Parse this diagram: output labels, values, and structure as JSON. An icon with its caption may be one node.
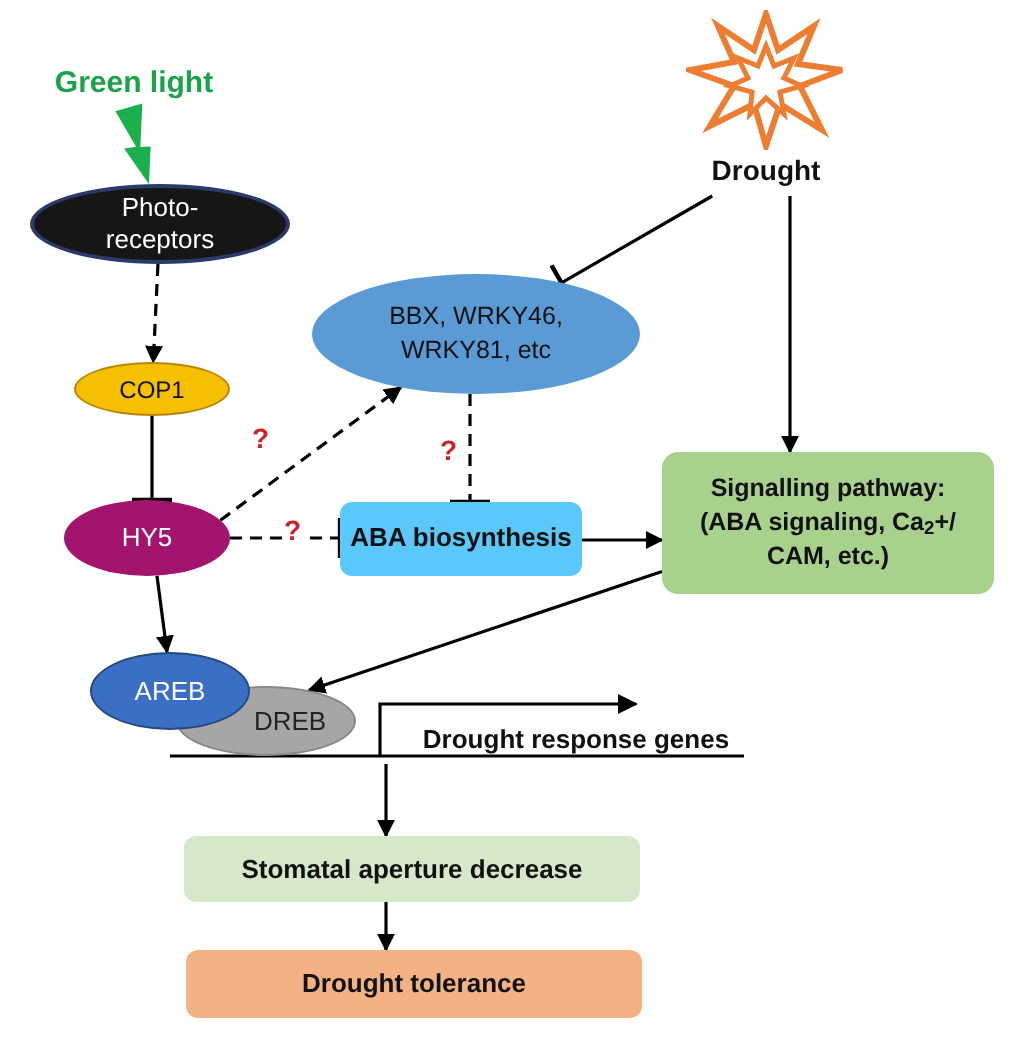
{
  "diagram": {
    "nodes": [
      {
        "text": [
          "Green light"
        ]
      },
      {
        "text": [
          "Photo- receptors"
        ]
      },
      {
        "text": [
          "COP1"
        ]
      },
      {
        "text": [
          "HY5"
        ]
      },
      {
        "text": [
          "BBX, WRKY46, WRKY81, etc"
        ]
      },
      {
        "text": [
          "ABA biosynthesis"
        ]
      },
      {
        "text": [
          "Drought"
        ]
      },
      {
        "text": [
          "Signalling pathway:",
          "(ABA signaling, Ca$_{2}$+/ CAM, etc.)"
        ]
      },
      {
        "text": [
          "AREB"
        ]
      },
      {
        "text": [
          "DREB"
        ]
      },
      {
        "text": [
          "Drought response genes"
        ]
      },
      {
        "text": [
          "Stomatal aperture decrease"
        ]
      },
      {
        "text": [
          "Drought tolerance"
        ]
      }
    ],
    "edges": [
      {
        "from": 1,
        "to": 2,
        "arrow": "to",
        "style": "dashed"
      },
      {
        "from": 2,
        "to": 3,
        "arrow": "other"
      },
      {
        "from": 3,
        "to": 4,
        "arrow": "to",
        "style": "dashed",
        "label": "?"
      },
      {
        "from": 3,
        "to": 5,
        "arrow": "other",
        "style": "dashed",
        "label": "?"
      },
      {
        "from": 4,
        "to": 5,
        "arrow": "other",
        "style": "dashed",
        "label": "?"
      },
      {
        "from": 6,
        "to": 4,
        "arrow": "other"
      },
      {
        "from": 6,
        "to": 7,
        "arrow": "to"
      },
      {
        "from": 5,
        "to": 7,
        "arrow": "to"
      },
      {
        "from": 3,
        "to": 8,
        "arrow": "to"
      },
      {
        "from": 7,
        "to": 9,
        "arrow": "to"
      },
      {
        "from": 10,
        "to": 11,
        "arrow": "to"
      },
      {
        "from": 11,
        "to": 12,
        "arrow": "to"
      },
      {
        "from": 0,
        "to": 1,
        "arrow": "to"
      }
    ]
  }
}
